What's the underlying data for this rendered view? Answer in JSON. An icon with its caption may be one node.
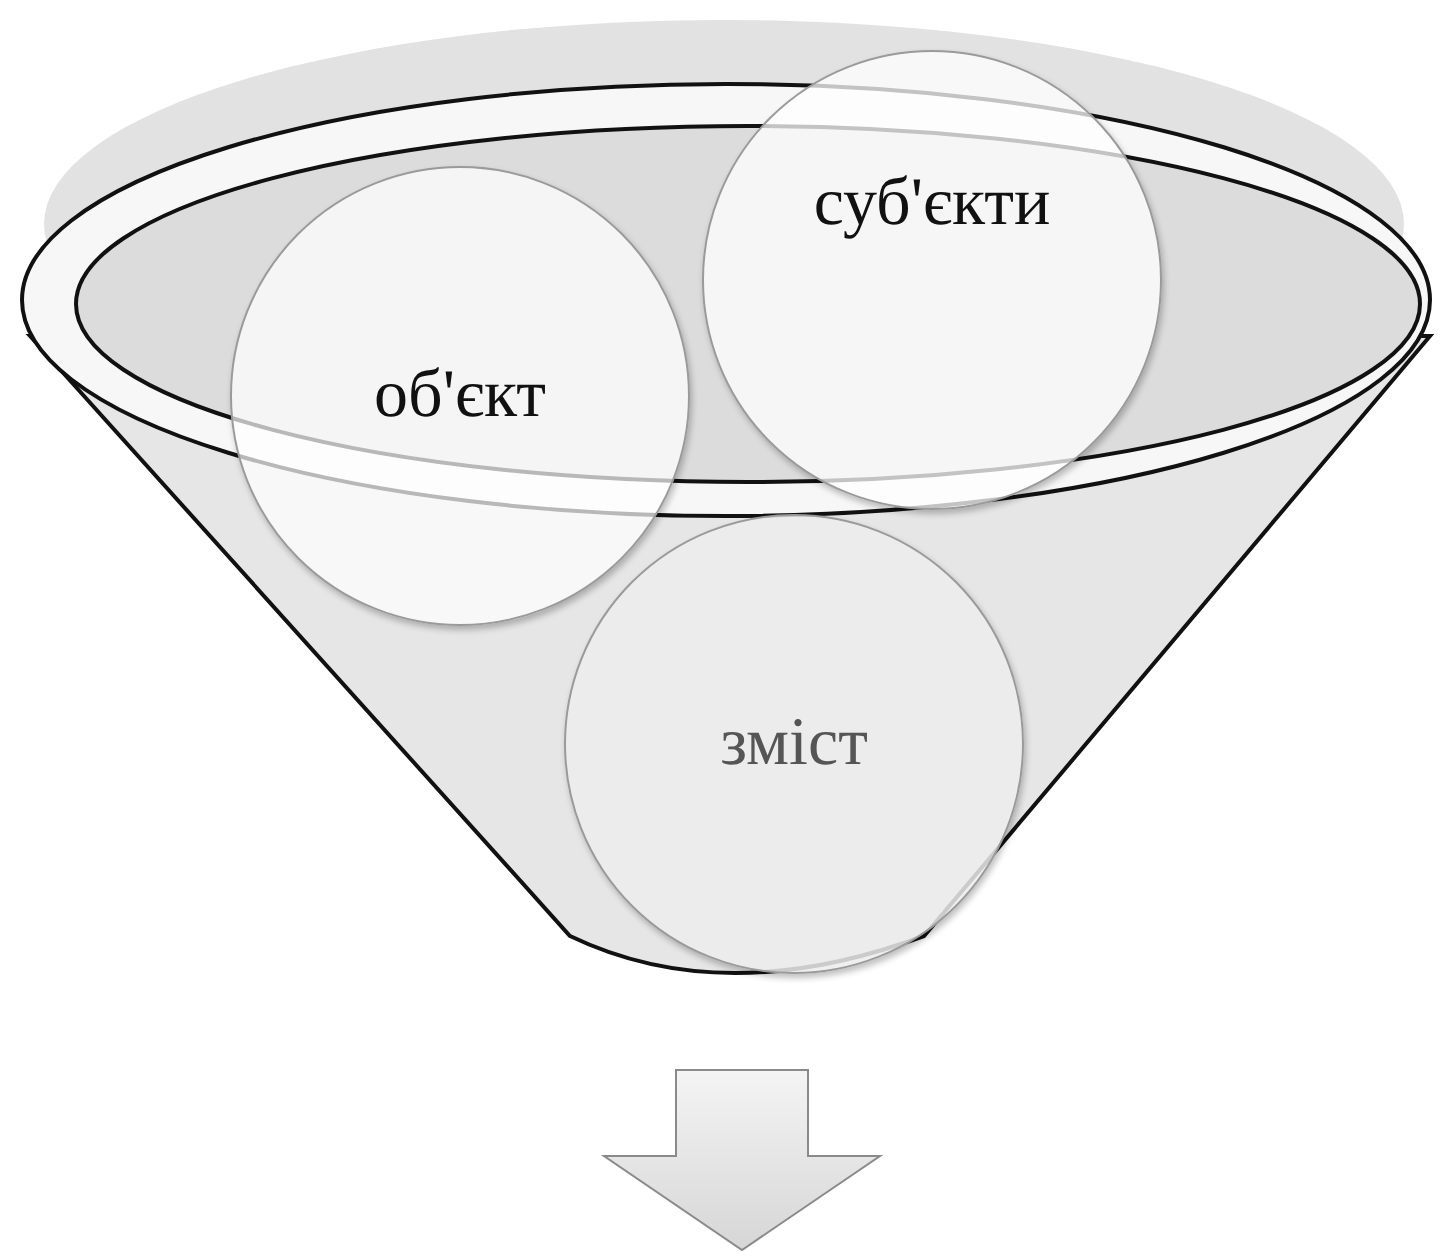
{
  "diagram": {
    "nodes": [
      {
        "text": [],
        "shape": "funnel"
      },
      {
        "text": [
          "об'єкт"
        ]
      },
      {
        "text": [
          "суб'єкти"
        ]
      },
      {
        "text": [
          "зміст"
        ],
        "in": 0
      }
    ]
  }
}
